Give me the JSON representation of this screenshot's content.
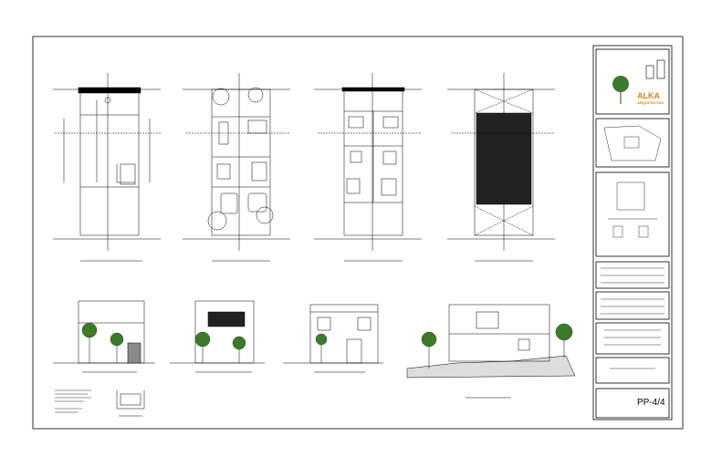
{
  "sheet": {
    "firm_name": "ALKA",
    "firm_subtitle": "ARQUITECTOS",
    "sheet_code": "PP-4/4"
  },
  "colors": {
    "line": "#000000",
    "tree_green": "#3d7a2a",
    "brand_orange": "#e07c1a",
    "section_fill": "#8a8a8a"
  }
}
